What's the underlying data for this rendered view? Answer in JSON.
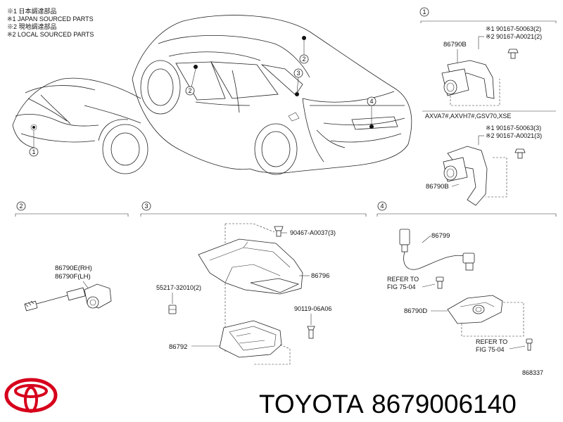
{
  "notes": {
    "line1": "※1 日本調達部品",
    "line2": "※1 JAPAN SOURCED PARTS",
    "line3": "※2 現地調達部品",
    "line4": "※2 LOCAL SOURCED PARTS"
  },
  "callouts": {
    "c1": "1",
    "c2": "2",
    "c3": "3",
    "c4": "4"
  },
  "section1": {
    "title": "1",
    "part_top": "86790B",
    "bolt1_top": "※1 90167-50063(2)",
    "bolt2_top": "※2 90167-A0021(2)",
    "model_note": "AXVA7#,AXVH7#,GSV70,XSE",
    "bolt1_bottom": "※1 90167-50063(3)",
    "bolt2_bottom": "※2 90167-A0021(3)",
    "part_bottom": "86790B"
  },
  "section2": {
    "title": "2",
    "part_rh": "86790E(RH)",
    "part_lh": "86790F(LH)"
  },
  "section3": {
    "title": "3",
    "clip_top": "90467-A0037(3)",
    "cover": "86796",
    "nut": "55217-32010(2)",
    "screw": "90119-06A06",
    "bracket": "86792"
  },
  "section4": {
    "title": "4",
    "harness": "86799",
    "refer1_a": "REFER TO",
    "refer1_b": "FIG 75-04",
    "camera": "86790D",
    "refer2_a": "REFER TO",
    "refer2_b": "FIG 75-04"
  },
  "diagram_id": "868337",
  "brand": {
    "name": "TOYOTA",
    "part_number": "8679006140",
    "logo_color": "#d6001c"
  }
}
